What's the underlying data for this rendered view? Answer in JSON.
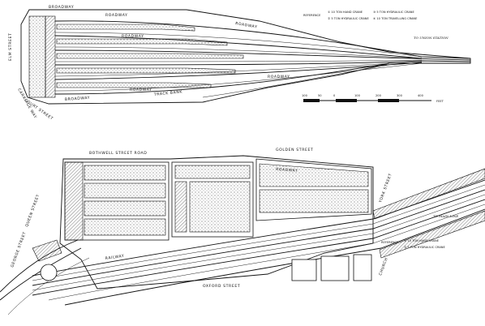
{
  "upper_plan": {
    "street_labels": [
      "BROADWAY",
      "ROADWAY",
      "ROADWAY",
      "ROADWAY",
      "ROADWAY",
      "ROADWAY",
      "BROADWAY",
      "TRACK BANK"
    ],
    "side_streets": [
      "ELM STREET",
      "CARRIAGE WAY",
      "COURT STREET"
    ],
    "inset_label": "TO UNION STATION",
    "legend_title": "REFERENCE",
    "legend_items": [
      "① 10 TON HAND CRANE",
      "② 5 TON HYDRAULIC CRANE",
      "③ 5 TON HYDRAULIC CRANE",
      "④ 10 TON TRAVELLING CRANE"
    ],
    "scale_ticks": [
      "100",
      "50",
      "0",
      "100",
      "200",
      "300",
      "400"
    ],
    "scale_unit": "FEET"
  },
  "lower_plan": {
    "street_labels": [
      "BOTHWELL STREET ROAD",
      "GOLDEN STREET",
      "ROADWAY",
      "OXFORD STREET",
      "RAILWAY"
    ],
    "side_streets": [
      "QUEEN STREET",
      "GEORGE STREET",
      "YORK STREET",
      "CHURCH"
    ],
    "approach_label": "TO MAIN LINE",
    "legend_title": "REFERENCE",
    "legend_items": [
      "① 10 TON HAND CRANE",
      "② 5 TON HYDRAULIC CRANE"
    ]
  }
}
